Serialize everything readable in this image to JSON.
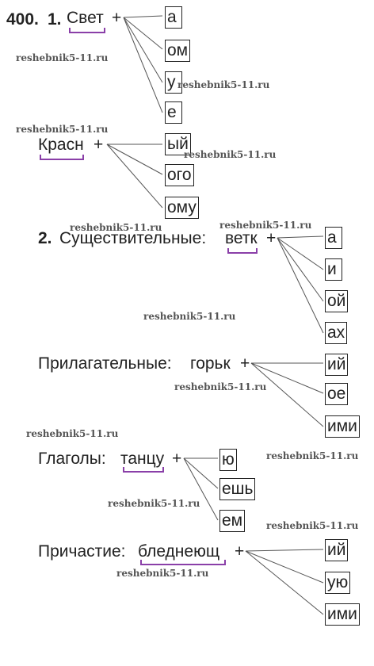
{
  "exercise_number": "400.",
  "watermark": "reshebnik5-11.ru",
  "parts": [
    {
      "label": "1.",
      "groups": [
        {
          "prefix": "",
          "stem": "Свет",
          "plus": "+",
          "endings": [
            "а",
            "ом",
            "у",
            "е"
          ]
        },
        {
          "prefix": "",
          "stem": "Красн",
          "plus": "+",
          "endings": [
            "ый",
            "ого",
            "ому"
          ]
        }
      ]
    },
    {
      "label": "2.",
      "groups": [
        {
          "prefix": "Существительные:",
          "stem": "ветк",
          "plus": "+",
          "endings": [
            "а",
            "и",
            "ой",
            "ах"
          ]
        },
        {
          "prefix": "Прилагательные:",
          "stem": "горьк",
          "plus": "+",
          "endings": [
            "ий",
            "ое",
            "ими"
          ]
        },
        {
          "prefix": "Глаголы:",
          "stem": "танцу",
          "plus": "+",
          "endings": [
            "ю",
            "ешь",
            "ем"
          ]
        },
        {
          "prefix": "Причастие:",
          "stem": "бледнеющ",
          "plus": "+",
          "endings": [
            "ий",
            "ую",
            "ими"
          ]
        }
      ]
    }
  ],
  "colors": {
    "text": "#222222",
    "root_mark": "#8a3fa8",
    "connector": "#555555"
  }
}
